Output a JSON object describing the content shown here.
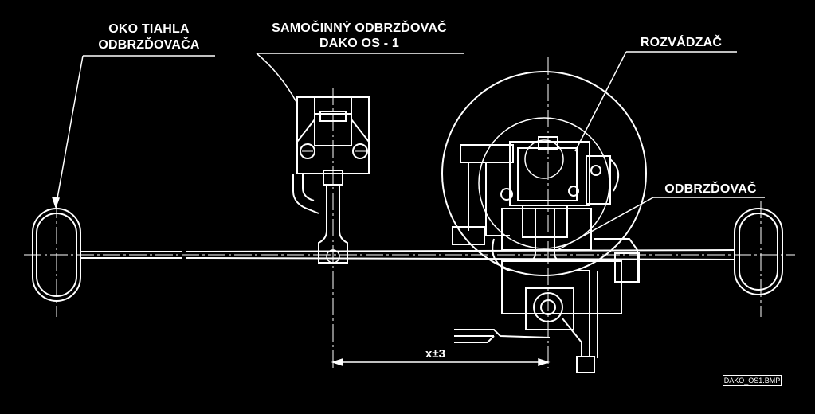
{
  "labels": {
    "eye_line1": "OKO TIAHLA",
    "eye_line2": "ODBRZĎOVAČA",
    "adjuster_line1": "SAMOČINNÝ ODBRZĎOVAČ",
    "adjuster_line2": "DAKO OS - 1",
    "distributor": "ROZVÁDZAČ",
    "release": "ODBRZĎOVAČ"
  },
  "dimension": "x±3",
  "file_label": "DAKO_OS1.BMP",
  "colors": {
    "background": "#000000",
    "lines": "#ffffff"
  }
}
